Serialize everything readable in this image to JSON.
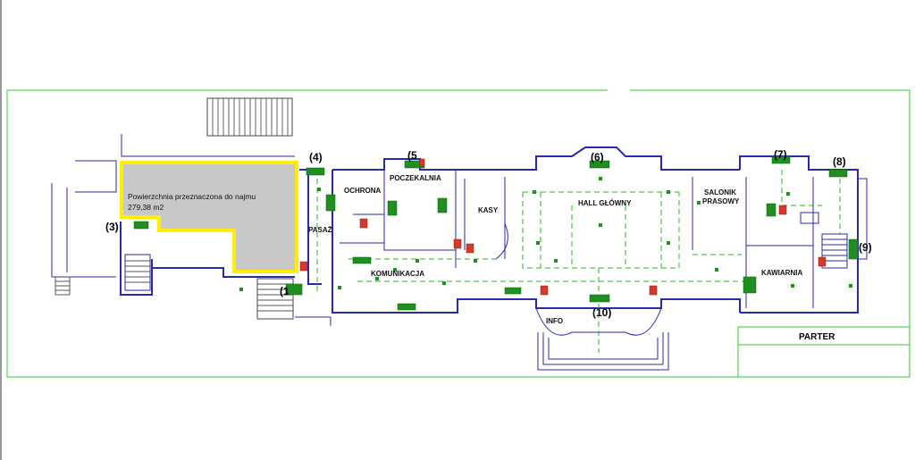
{
  "rental_area": {
    "label": "Powierzchnia przeznaczona do najmu",
    "area": "279,38 m2",
    "highlight_color": "#ffee00",
    "fill_color": "#c8c8c8"
  },
  "rooms": {
    "ochrona": "OCHRONA",
    "poczekalnia": "POCZEKALNIA",
    "kasy": "KASY",
    "hall": "HALL GŁÓWNY",
    "salonik_1": "SALONIK",
    "salonik_2": "PRASOWY",
    "pasaz": "PASAŻ",
    "komunikacja": "KOMUNIKACJA",
    "kawiarnia": "KAWIARNIA",
    "info": "INFO"
  },
  "markers": {
    "m3": "(3)",
    "m4": "(4)",
    "m5": "(5",
    "m6": "(6)",
    "m7": "(7)",
    "m8": "(8)",
    "m9": "(9)",
    "m10": "(10)",
    "m1": "(1"
  },
  "title_block": {
    "title": "PARTER"
  },
  "colors": {
    "walls": "#2a2aa8",
    "routes": "#22bb22",
    "frame": "#33cc33",
    "exit_sign": "#1f8f1f",
    "extinguisher": "#d63a2a"
  }
}
